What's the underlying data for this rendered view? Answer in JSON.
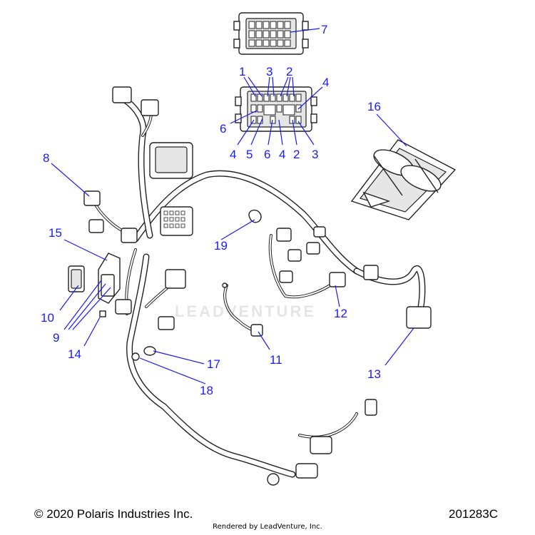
{
  "footer": {
    "copyright": "© 2020 Polaris Industries Inc.",
    "rendered_by": "Rendered by LeadVenture, Inc.",
    "diagram_id": "201283C"
  },
  "watermark": "LEADVENTURE",
  "callouts": {
    "c1": "1",
    "c2a": "2",
    "c2b": "2",
    "c3a": "3",
    "c3b": "3",
    "c4a": "4",
    "c4b": "4",
    "c4c": "4",
    "c5": "5",
    "c6a": "6",
    "c6b": "6",
    "c7": "7",
    "c8": "8",
    "c9": "9",
    "c10": "10",
    "c11": "11",
    "c12": "12",
    "c13": "13",
    "c14": "14",
    "c15": "15",
    "c16": "16",
    "c17": "17",
    "c18": "18",
    "c19": "19"
  },
  "colors": {
    "callout": "#1a1aff",
    "ink": "#222222"
  }
}
